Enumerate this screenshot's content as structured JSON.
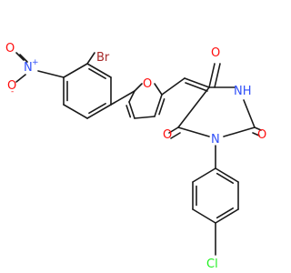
{
  "molecule": {
    "colors": {
      "bond": "#1a1a1a",
      "oxygen": "#ff0d0d",
      "nitrogen": "#3050f8",
      "bromine": "#a62929",
      "chlorine": "#1ff01f",
      "hydrogen_on_n": "#3050f8"
    },
    "labels": {
      "br": "Br",
      "o_furan": "O",
      "o_top": "O",
      "o_right": "O",
      "o_left": "O",
      "nh": "NH",
      "n_ring": "N",
      "cl": "Cl",
      "nitro_n": "N",
      "nitro_o_top": "O",
      "nitro_o_bottom": "O",
      "charge_plus": "+",
      "charge_minus": "-"
    }
  }
}
